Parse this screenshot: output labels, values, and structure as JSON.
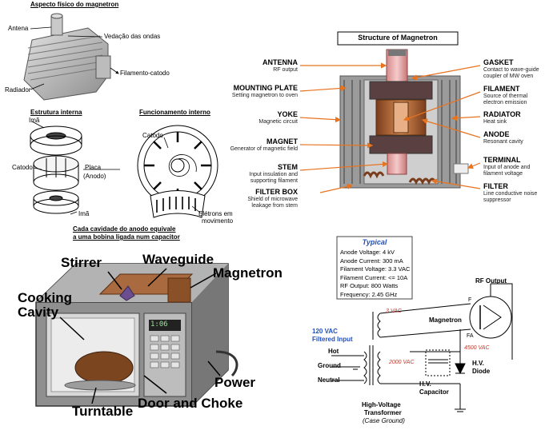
{
  "tl": {
    "title": "Aspecto físico do magnetron",
    "antena": "Antena",
    "vedacao": "Vedação das ondas",
    "filamento_catodo": "Filamento-catodo",
    "radiador": "Radiador"
  },
  "ml": {
    "estrutura_title": "Estrutura interna",
    "funcionamento_title": "Funcionamento interno",
    "ima_top": "Imã",
    "catodo_left": "Catodo",
    "placa": "Placa",
    "anodo": "(Anodo)",
    "ima_bottom": "Imã",
    "catodo_right": "Catodo",
    "eletrons": "Elétrons em",
    "movimento": "movimento",
    "caption_line1": "Cada cavidade do anodo equivale",
    "caption_line2": "a uma bobina ligada num capacitor"
  },
  "tr": {
    "title": "Structure of Magnetron",
    "left_labels": [
      {
        "name": "ANTENNA",
        "desc": [
          "RF output"
        ]
      },
      {
        "name": "MOUNTING PLATE",
        "desc": [
          "Setting magnetron to oven"
        ]
      },
      {
        "name": "YOKE",
        "desc": [
          "Magnetic circuit"
        ]
      },
      {
        "name": "MAGNET",
        "desc": [
          "Generator of magnetic field"
        ]
      },
      {
        "name": "STEM",
        "desc": [
          "Input insulation and",
          "supporting filament"
        ]
      },
      {
        "name": "FILTER BOX",
        "desc": [
          "Shield of microwave",
          "leakage from stem"
        ]
      }
    ],
    "right_labels": [
      {
        "name": "GASKET",
        "desc": [
          "Contact to wave-guide",
          "coupler of MW oven"
        ]
      },
      {
        "name": "FILAMENT",
        "desc": [
          "Source of thermal",
          "electron emission"
        ]
      },
      {
        "name": "RADIATOR",
        "desc": [
          "Heat sink"
        ]
      },
      {
        "name": "ANODE",
        "desc": [
          "Resonant cavity"
        ]
      },
      {
        "name": "TERMINAL",
        "desc": [
          "Input of anode and",
          "filament voltage"
        ]
      },
      {
        "name": "FILTER",
        "desc": [
          "Line conductive noise",
          "suppressor"
        ]
      }
    ]
  },
  "bl": {
    "stirrer": "Stirrer",
    "waveguide": "Waveguide",
    "magnetron": "Magnetron",
    "cooking": "Cooking",
    "cavity": "Cavity",
    "power": "Power",
    "door_choke": "Door and Choke",
    "turntable": "Turntable",
    "display": "1:06"
  },
  "br": {
    "typical_title": "Typical",
    "typical_lines": [
      "Anode Voltage: 4 kV",
      "Anode Current: 300 mA",
      "Filament Voltage: 3.3 VAC",
      "Filament Current: <= 10A",
      "RF Output: 800 Watts",
      "Frequency: 2.45 GHz"
    ],
    "rf_output": "RF Output",
    "f": "F",
    "fa": "FA",
    "magnetron": "Magnetron",
    "v3": "3 VAC",
    "v4500": "4500 VAC",
    "v2000": "2000 VAC",
    "input1": "120 VAC",
    "input2": "Filtered Input",
    "hot": "Hot",
    "ground": "Ground",
    "neutral": "Neutral",
    "hv_diode1": "H.V.",
    "hv_diode2": "Diode",
    "hv_cap1": "H.V.",
    "hv_cap2": "Capacitor",
    "transformer1": "High-Voltage",
    "transformer2": "Transformer",
    "transformer3": "(Case Ground)"
  },
  "colors": {
    "accent_orange": "#e8731e",
    "schematic_red": "#c0392b",
    "schematic_blue": "#1f4fbf"
  }
}
